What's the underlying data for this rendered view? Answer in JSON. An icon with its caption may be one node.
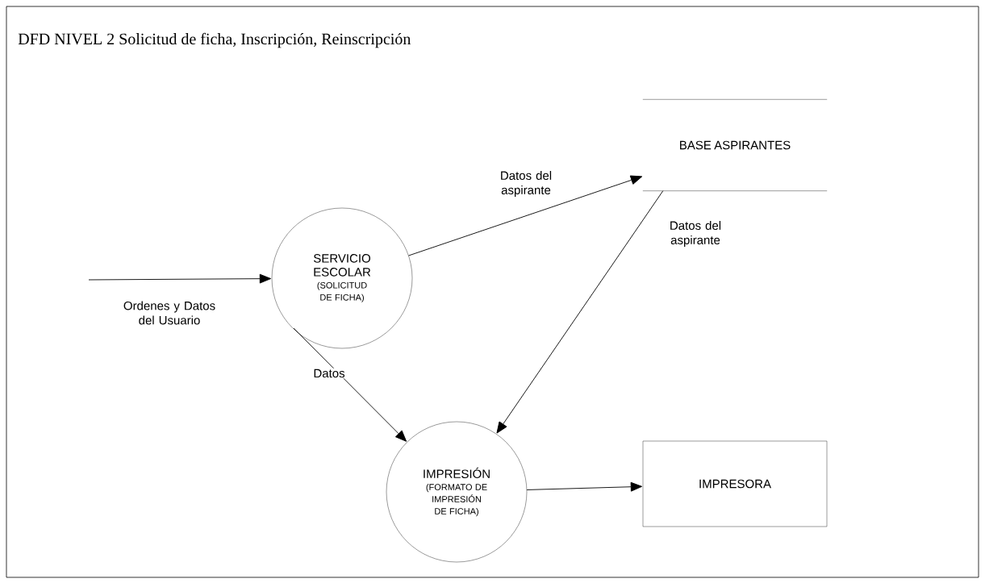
{
  "diagram": {
    "title": "DFD NIVEL 2  Solicitud de ficha, Inscripción, Reinscripción",
    "nodes": [
      {
        "text": [
          "SERVICIO ESCOLAR",
          "(SOLICITUD DE FICHA)"
        ]
      },
      {
        "text": [
          "BASE ASPIRANTES"
        ]
      },
      {
        "text": [
          "IMPRESIÓN",
          "(FORMATO DE IMPRESIÓN DE FICHA)"
        ]
      },
      {
        "text": [
          "IMPRESORA"
        ]
      }
    ],
    "edges": [
      {
        "from": null,
        "to": 0,
        "arrow": "to",
        "label": "Ordenes y Datos del Usuario"
      },
      {
        "from": 0,
        "to": 1,
        "arrow": "to",
        "label": "Datos del aspirante"
      },
      {
        "from": 1,
        "to": 2,
        "arrow": "to",
        "label": "Datos del aspirante"
      },
      {
        "from": 0,
        "to": 2,
        "arrow": "to",
        "label": "Datos"
      },
      {
        "from": 2,
        "to": 3,
        "arrow": "to"
      }
    ]
  }
}
